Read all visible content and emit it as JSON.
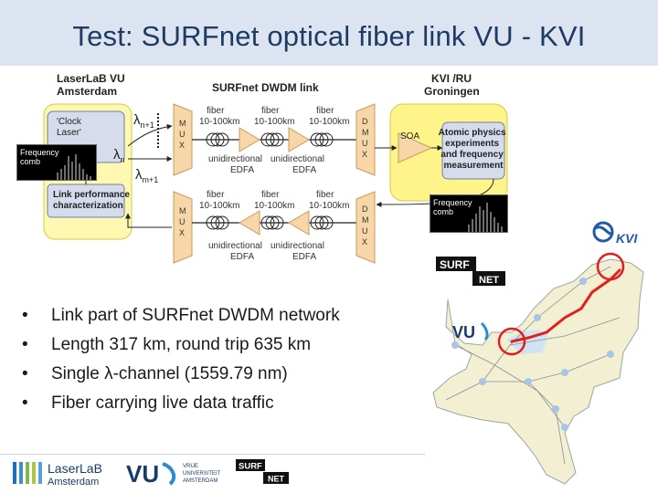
{
  "title": "Test: SURFnet optical fiber link VU - KVI",
  "diagram": {
    "site_left": "LaserLaB VU\nAmsterdam",
    "network_title": "SURFnet DWDM link",
    "site_right": "KVI /RU\nGroningen",
    "clock_laser": "'Clock\nLaser'",
    "lambda_n1": "λn+1",
    "lambda_n": "λn",
    "lambda_m1": "λm+1",
    "frequency_comb": "Frequency\ncomb",
    "link_performance": "Link performance\ncharacterization",
    "mux": "M\nU\nX",
    "dmux": "D\nM\nU\nX",
    "fiber_label": "fiber\n10-100km",
    "edfa_label": "unidirectional\nEDFA",
    "soa": "SOA",
    "atomic_physics": "Atomic physics\nexperiments\nand frequency\nmeasurement"
  },
  "bullets": [
    "Link part of SURFnet DWDM network",
    "Length 317 km, round trip 635 km",
    "Single λ-channel (1559.79 nm)",
    "Fiber carrying live data traffic"
  ],
  "logos": {
    "kvi": "KVI",
    "surf": "SURF",
    "net": "NET",
    "vu": "VU",
    "laserlab": "LaserLaB",
    "amsterdam": "Amsterdam",
    "vu_university": "VRIJE\nUNIVERSITEIT\nAMSTERDAM"
  },
  "colors": {
    "title_band": "#dbe4f0",
    "title_text": "#1f3b64",
    "laser_box": "#d6dcec",
    "mux_fill": "#f7d7a8",
    "yellow_box": "#fff48a",
    "route_red": "#e0201e",
    "map_land": "#f3efd2",
    "map_water": "#cfe3f3"
  }
}
